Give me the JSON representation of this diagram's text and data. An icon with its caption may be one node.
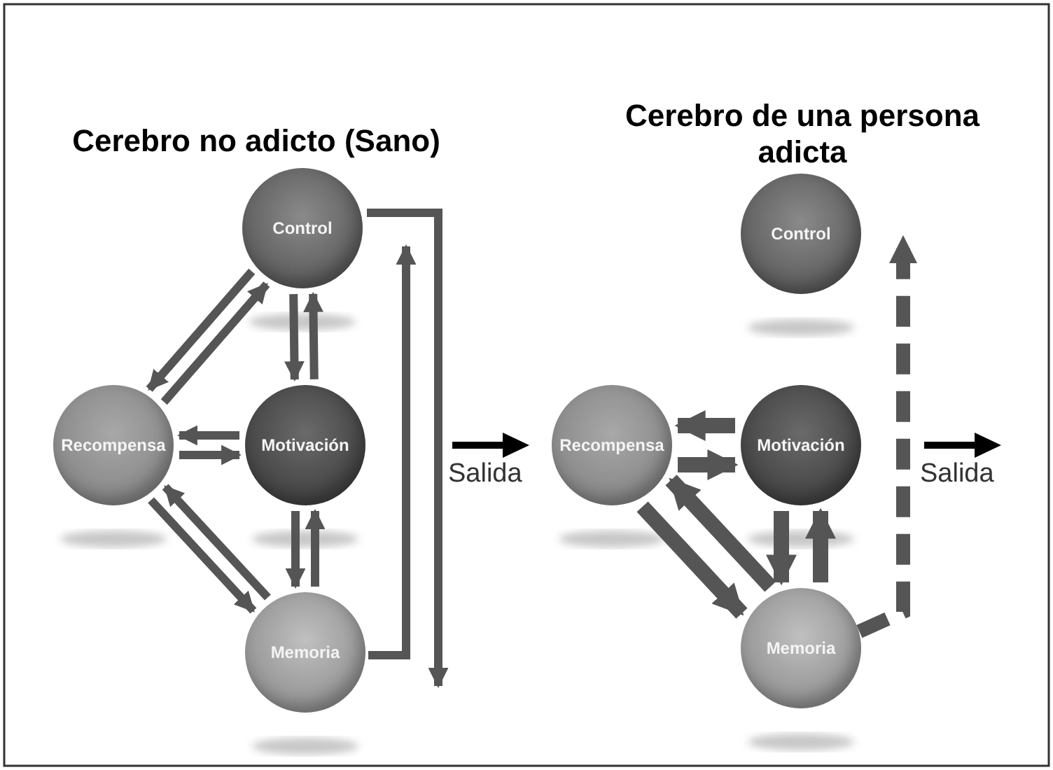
{
  "diagram": {
    "nodes": [
      {
        "text": [
          "Control"
        ]
      },
      {
        "text": [
          "Recompensa"
        ]
      },
      {
        "text": [
          "Motivación"
        ]
      },
      {
        "text": [
          "Memoria"
        ]
      },
      {
        "text": [
          "Control"
        ]
      },
      {
        "text": [
          "Recompensa"
        ]
      },
      {
        "text": [
          "Motivación"
        ]
      },
      {
        "text": [
          "Memoria"
        ]
      }
    ],
    "edges": [
      {
        "from": 0,
        "to": 1,
        "arrow": "to"
      },
      {
        "from": 1,
        "to": 0,
        "arrow": "to"
      },
      {
        "from": 0,
        "to": 2,
        "arrow": "to"
      },
      {
        "from": 2,
        "to": 0,
        "arrow": "to"
      },
      {
        "from": 1,
        "to": 2,
        "arrow": "to"
      },
      {
        "from": 2,
        "to": 1,
        "arrow": "to"
      },
      {
        "from": 2,
        "to": 3,
        "arrow": "to"
      },
      {
        "from": 3,
        "to": 2,
        "arrow": "to"
      },
      {
        "from": 1,
        "to": 3,
        "arrow": "to"
      },
      {
        "from": 3,
        "to": 1,
        "arrow": "to"
      },
      {
        "from": 0,
        "to": 3,
        "arrow": "to"
      },
      {
        "from": 3,
        "to": 0,
        "arrow": "to"
      },
      {
        "from": 5,
        "to": 6,
        "arrow": "to",
        "style": "thick"
      },
      {
        "from": 6,
        "to": 5,
        "arrow": "to",
        "style": "thick"
      },
      {
        "from": 5,
        "to": 7,
        "arrow": "to",
        "style": "thick"
      },
      {
        "from": 7,
        "to": 5,
        "arrow": "to",
        "style": "thick"
      },
      {
        "from": 7,
        "to": 6,
        "arrow": "to",
        "style": "thick"
      },
      {
        "from": 6,
        "to": 7,
        "arrow": "to",
        "style": "thick"
      },
      {
        "from": 7,
        "to": 4,
        "arrow": "to",
        "style": "dashed"
      }
    ],
    "labels": [
      "Cerebro no adicto (Sano)",
      "Cerebro de una persona adicta",
      "Salida",
      "Salida"
    ]
  }
}
